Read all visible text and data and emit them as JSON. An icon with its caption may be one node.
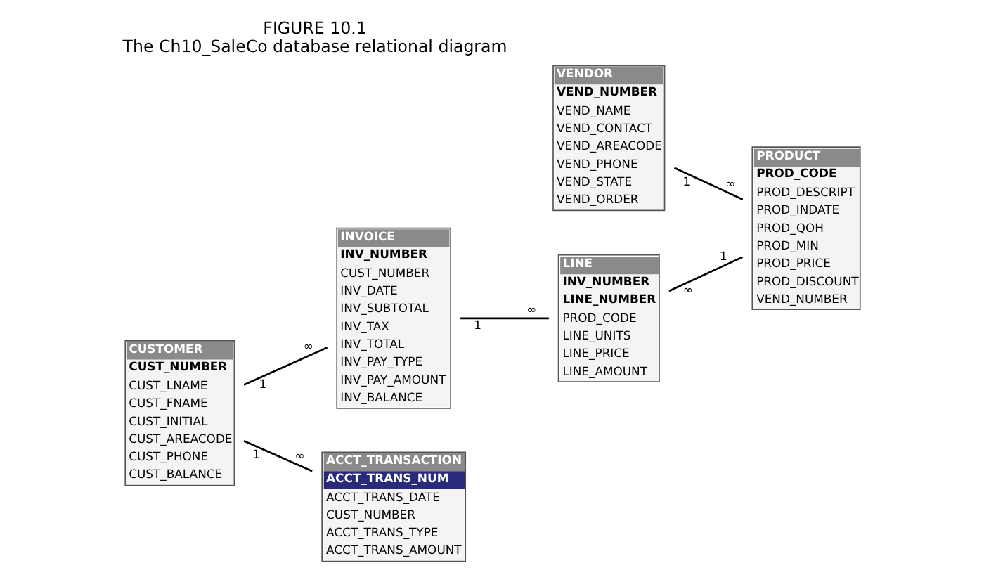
{
  "diagram": {
    "title": "The Ch10_SaleCo database relational diagram",
    "caption": "FIGURE 10.1",
    "nodes": [
      {
        "text": [
          "INVOICE",
          "INV_NUMBER",
          "CUST_NUMBER",
          "INV_DATE",
          "INV_SUBTOTAL",
          "INV_TAX",
          "INV_TOTAL",
          "INV_PAY_TYPE",
          "INV_PAY_AMOUNT",
          "INV_BALANCE"
        ]
      },
      {
        "text": [
          "LINE",
          "INV_NUMBER",
          "LINE_NUMBER",
          "PROD_CODE",
          "LINE_UNITS",
          "LINE_PRICE",
          "LINE_AMOUNT"
        ]
      },
      {
        "text": [
          "PRODUCT",
          "PROD_CODE",
          "PROD_DESCRIPT",
          "PROD_INDATE",
          "PROD_QOH",
          "PROD_MIN",
          "PROD_PRICE",
          "PROD_DISCOUNT",
          "VEND_NUMBER"
        ]
      },
      {
        "text": [
          "CUSTOMER",
          "CUST_NUMBER",
          "CUST_LNAME",
          "CUST_FNAME",
          "CUST_INITIAL",
          "CUST_AREACODE",
          "CUST_PHONE",
          "CUST_BALANCE"
        ]
      },
      {
        "text": [
          "ACCT_TRANSACTION",
          "ACCT_TRANS_NUM",
          "ACCT_TRANS_DATE",
          "CUST_NUMBER",
          "ACCT_TRANS_TYPE",
          "ACCT_TRANS_AMOUNT"
        ]
      },
      {
        "text": [
          "VENDOR",
          "VEND_NUMBER",
          "VEND_NAME",
          "VEND_CONTACT",
          "VEND_AREACODE",
          "VEND_PHONE",
          "VEND_STATE",
          "VEND_ORDER"
        ]
      }
    ],
    "edges": [
      {
        "from": 3,
        "to": 0,
        "arrow": "none"
      },
      {
        "from": 3,
        "to": 4,
        "arrow": "none"
      },
      {
        "from": 0,
        "to": 1,
        "arrow": "none"
      },
      {
        "from": 2,
        "to": 1,
        "arrow": "none"
      },
      {
        "from": 5,
        "to": 2,
        "arrow": "none"
      }
    ],
    "labels": [
      "1",
      "∞",
      "1",
      "∞",
      "1",
      "∞",
      "1",
      "∞",
      "1",
      "∞"
    ]
  }
}
